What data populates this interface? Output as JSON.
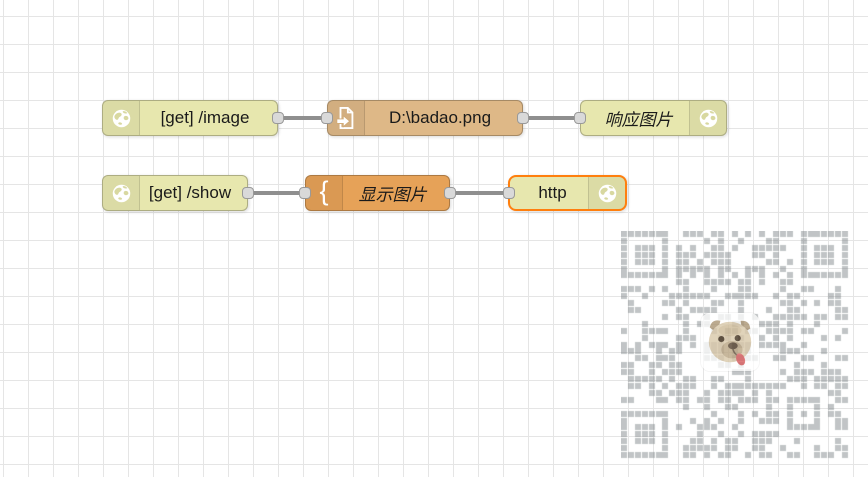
{
  "canvas": {
    "background": "#ffffff",
    "grid_line_color": "#e5e5e5"
  },
  "flow": {
    "selection_color": "#ff7f0e",
    "wire_color": "#8f8f8f",
    "nodes": [
      {
        "id": "http-in-image",
        "label": "[get] /image",
        "color": "#E7E7AE",
        "icon": "globe-icon",
        "icon_side": "left",
        "label_style": "normal",
        "selected": false
      },
      {
        "id": "file-in-badao",
        "label": "D:\\badao.png",
        "color": "#DEB887",
        "icon": "file-in-icon",
        "icon_side": "left",
        "label_style": "normal",
        "selected": false
      },
      {
        "id": "http-response-image",
        "label": "响应图片",
        "color": "#E7E7AE",
        "icon": "globe-icon",
        "icon_side": "right",
        "label_style": "italic",
        "selected": false
      },
      {
        "id": "http-in-show",
        "label": "[get] /show",
        "color": "#E7E7AE",
        "icon": "globe-icon",
        "icon_side": "left",
        "label_style": "normal",
        "selected": false
      },
      {
        "id": "template-show",
        "label": "显示图片",
        "color": "#E6A258",
        "icon": "curly-brace-icon",
        "icon_side": "left",
        "label_style": "italic",
        "selected": false
      },
      {
        "id": "http-response-show",
        "label": "http",
        "color": "#E7E7AE",
        "icon": "globe-icon",
        "icon_side": "right",
        "label_style": "normal",
        "selected": true
      }
    ],
    "wires": [
      {
        "from": "http-in-image",
        "to": "file-in-badao"
      },
      {
        "from": "file-in-badao",
        "to": "http-response-image"
      },
      {
        "from": "http-in-show",
        "to": "template-show"
      },
      {
        "from": "template-show",
        "to": "http-response-show"
      }
    ]
  },
  "watermark": {
    "type": "qr-code",
    "description": "semi-transparent QR code watermark with a pug dog photo in the center",
    "module_color": "#c9cdd0",
    "center_image": "pug-dog-photo"
  }
}
